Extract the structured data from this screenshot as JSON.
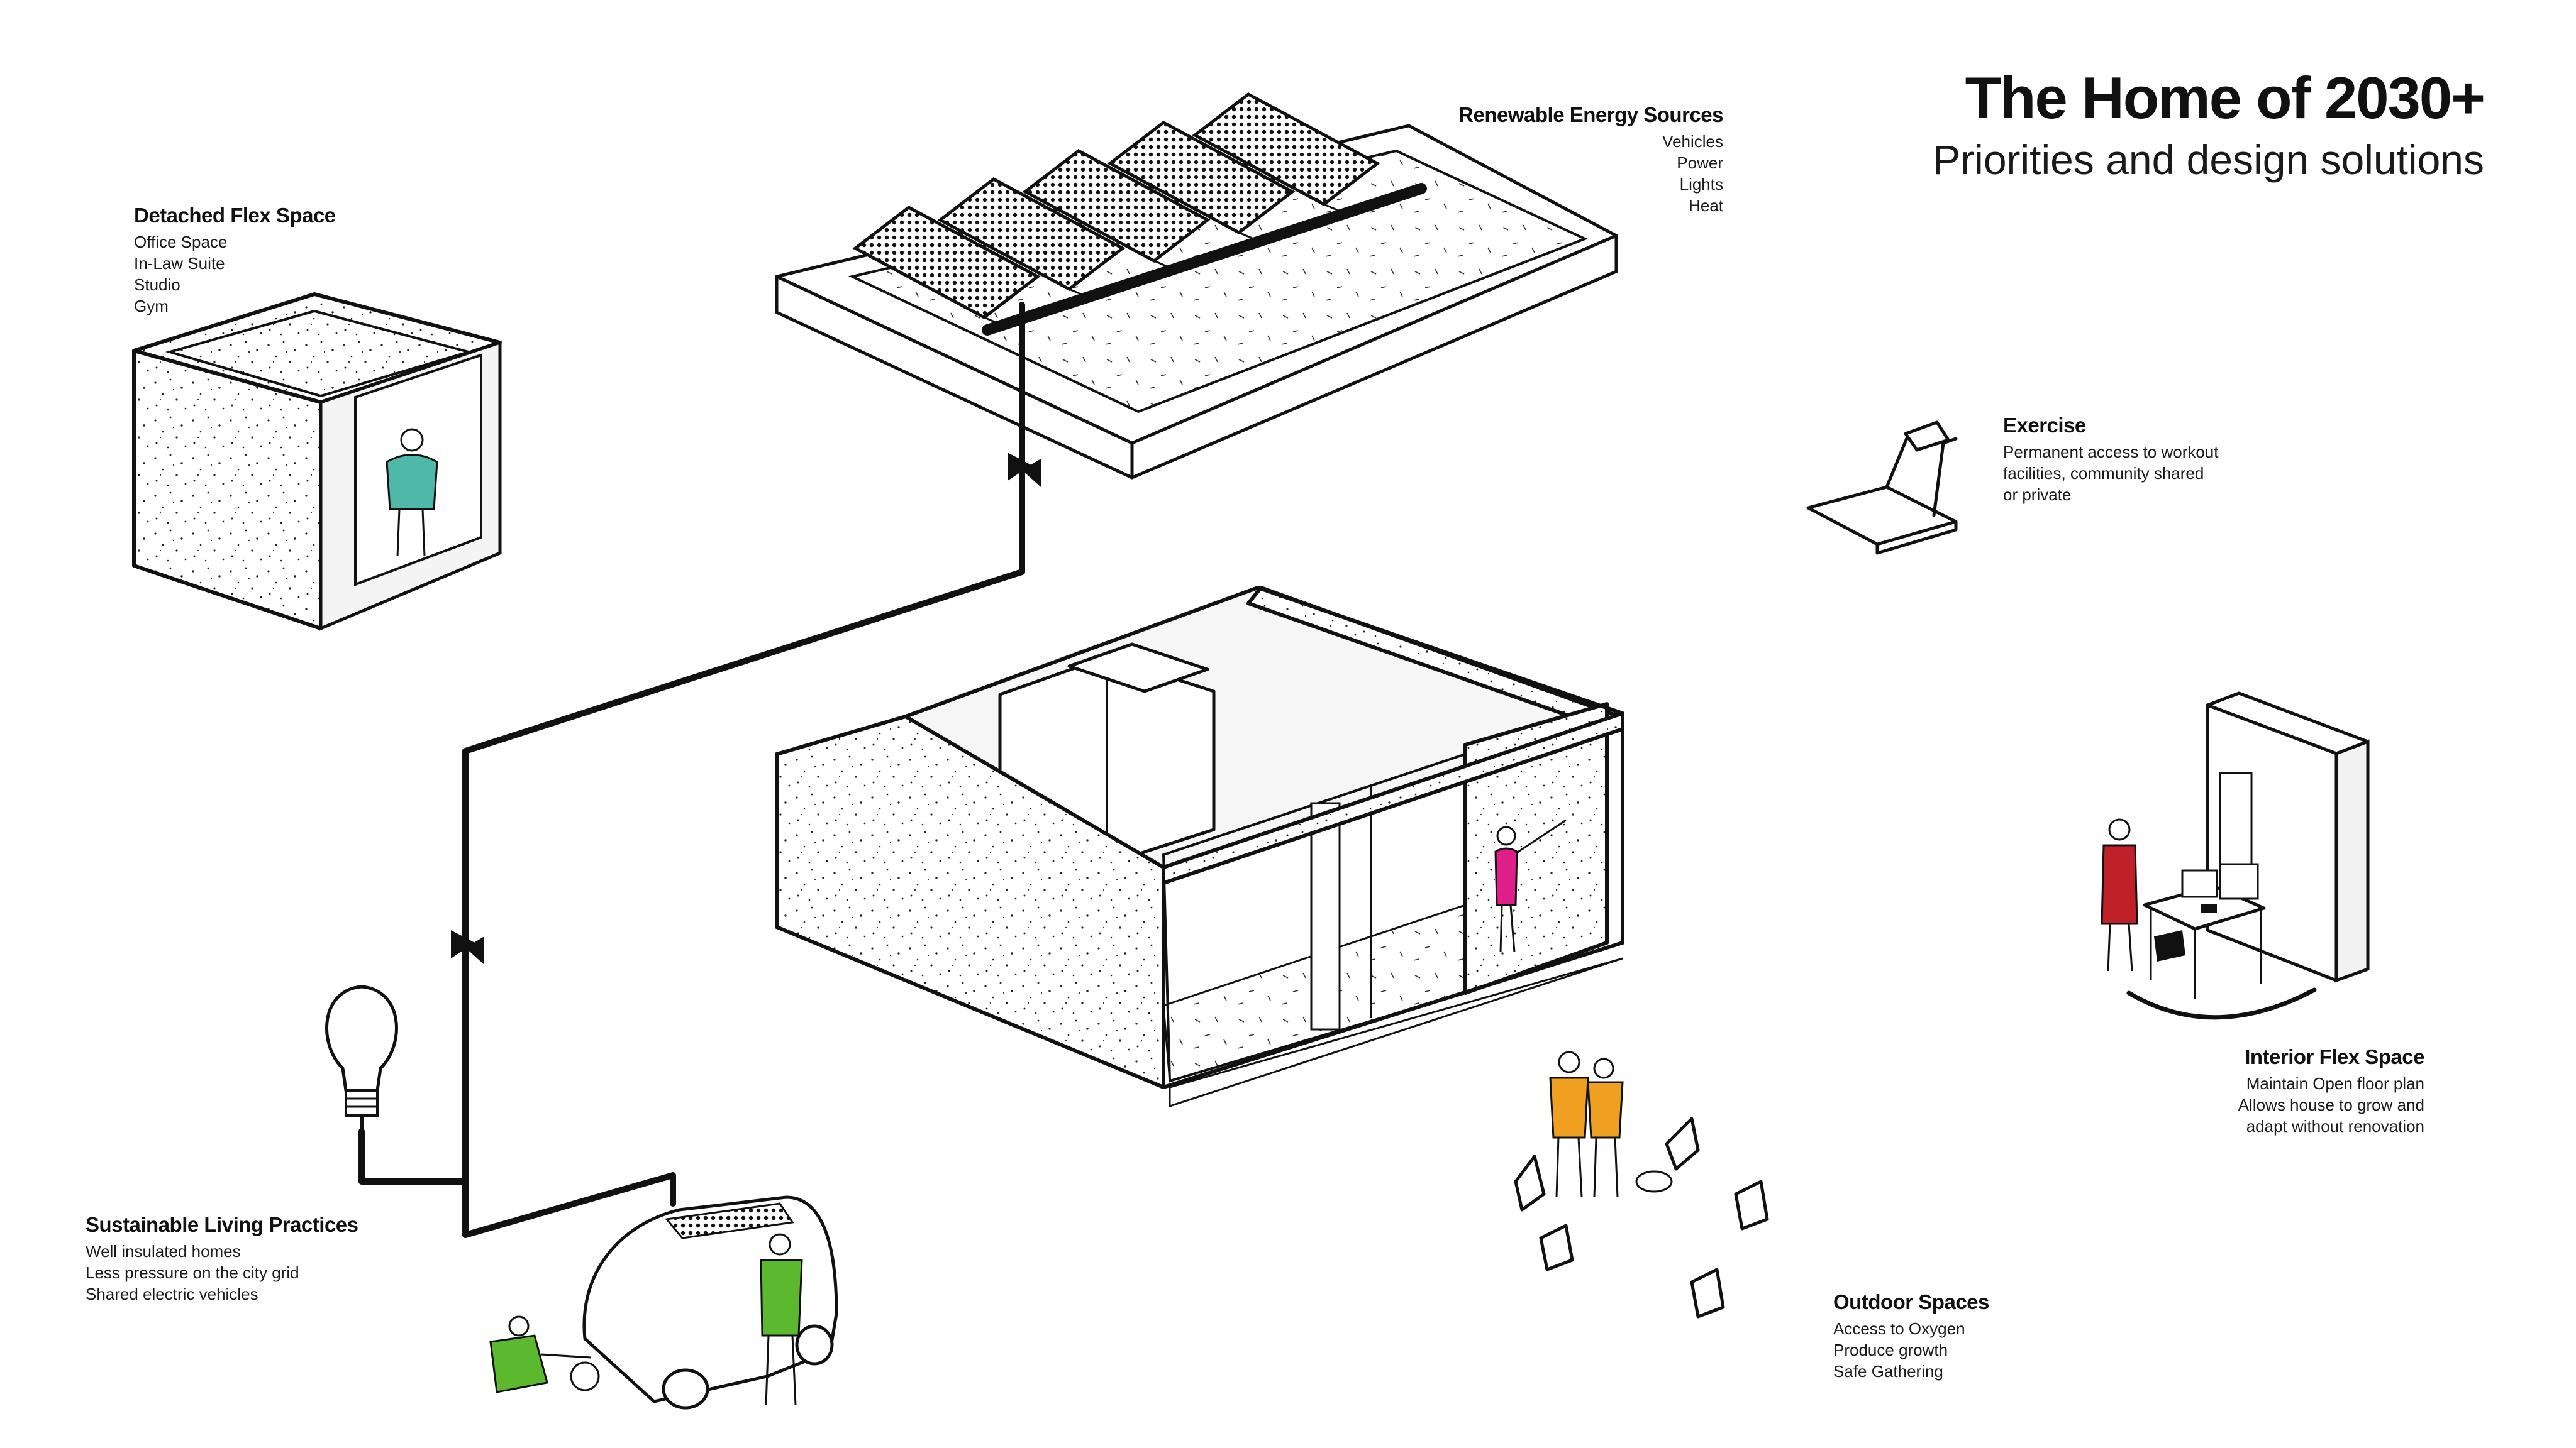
{
  "header": {
    "title": "The Home of 2030+",
    "subtitle": "Priorities and design solutions"
  },
  "sections": {
    "renewable": {
      "title": "Renewable Energy  Sources",
      "lines": [
        "Vehicles",
        "Power",
        "Lights",
        "Heat"
      ]
    },
    "detached": {
      "title": "Detached Flex Space",
      "lines": [
        "Office Space",
        "In-Law Suite",
        "Studio",
        "Gym"
      ]
    },
    "exercise": {
      "title": "Exercise",
      "lines": [
        "Permanent access to workout",
        "facilities, community shared",
        "or private"
      ]
    },
    "interior": {
      "title": "Interior Flex Space",
      "lines": [
        "Maintain Open floor plan",
        "Allows house to grow and",
        "adapt without  renovation"
      ]
    },
    "sustainable": {
      "title": "Sustainable Living Practices",
      "lines": [
        "Well insulated homes",
        "Less pressure on the city grid",
        "Shared electric vehicles"
      ]
    },
    "outdoor": {
      "title": "Outdoor Spaces",
      "lines": [
        "Access to Oxygen",
        "Produce growth",
        "Safe Gathering"
      ]
    }
  },
  "colors": {
    "ink": "#111111",
    "teal_figure": "#4fb8a8",
    "magenta_figure": "#e0208a",
    "orange_figures": "#f0a020",
    "green_figures": "#5cb82e",
    "red_apron": "#c0202a"
  },
  "icons": [
    "solar-panel-icon",
    "treadmill-icon",
    "light-bulb-icon",
    "electric-car-icon",
    "adirondack-chair-icon",
    "desk-workstation-icon"
  ]
}
